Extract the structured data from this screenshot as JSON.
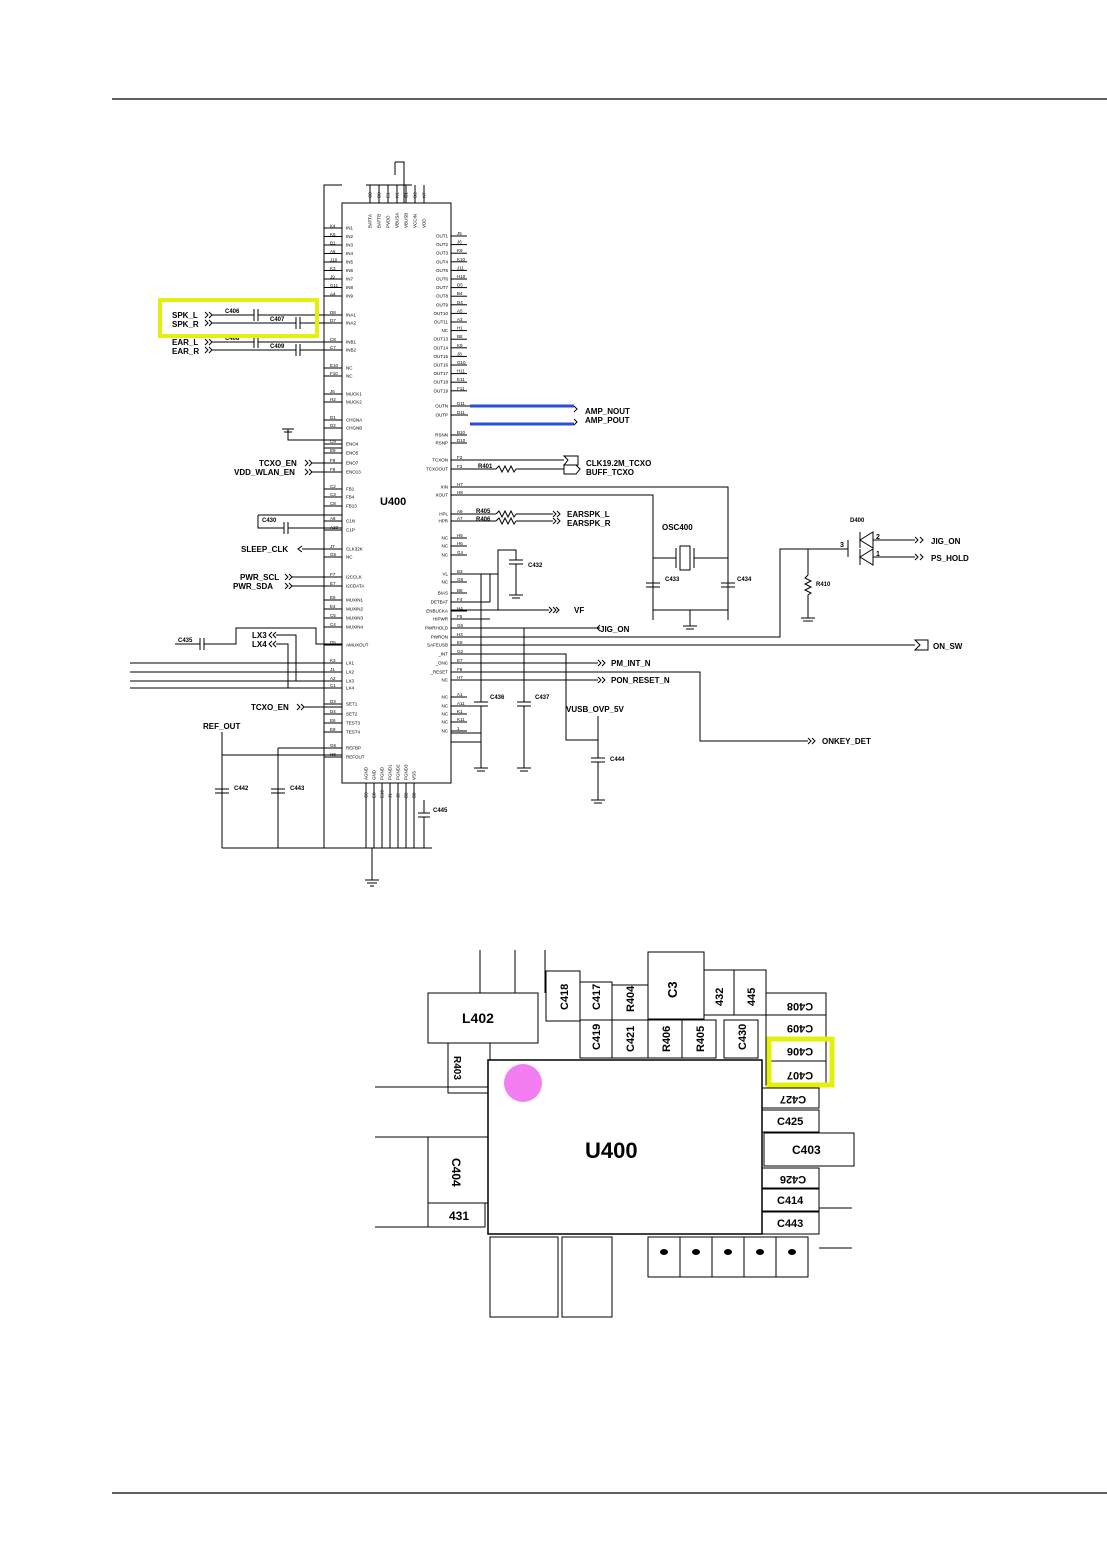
{
  "schematic": {
    "chip_name": "U400",
    "left_inputs": [
      "IN1",
      "IN2",
      "IN3",
      "IN4",
      "IN5",
      "IN6",
      "IN7",
      "IN8",
      "IN9"
    ],
    "left_inputs_pins": [
      "K4",
      "K5",
      "B1",
      "A6",
      "J10",
      "K3",
      "J9",
      "G11",
      "A4"
    ],
    "inside_left": [
      "INA1",
      "INA2",
      "INB1",
      "INB2",
      "NC",
      "NC",
      "MUCK1",
      "MUCK2",
      "CHGNA",
      "CHGNB",
      "ENO4",
      "ENO5",
      "ENO7",
      "ENO13",
      "FB1",
      "FB4",
      "FB13",
      "C1N",
      "C1P",
      "CLK32K",
      "NC",
      "I2CCLK",
      "I2CDATA",
      "MUXIN1",
      "MUXIN2",
      "MUXIN3",
      "MUXIN4",
      "AMUXOUT",
      "LX1",
      "LX2",
      "LX3",
      "LX4",
      "SET1",
      "SET2",
      "TEST3",
      "TEST4",
      "REFBP",
      "REFOUT"
    ],
    "inside_left_pins": [
      "D8",
      "D7",
      "C8",
      "C7",
      "E10",
      "F10",
      "J6",
      "H2",
      "D1",
      "D2",
      "C9",
      "E9",
      "F9",
      "F8",
      "C2",
      "C3",
      "C8",
      "A8",
      "A10",
      "J7",
      "G5",
      "F7",
      "E7",
      "E5",
      "E4",
      "C5",
      "C4",
      "D5",
      "K3",
      "J1",
      "A2",
      "C1",
      "D3",
      "D4",
      "E6",
      "E8",
      "G6",
      "H8"
    ],
    "inside_right": [
      "OUT1",
      "OUT2",
      "OUT3",
      "OUT4",
      "OUT5",
      "OUT6",
      "OUT7",
      "OUT8",
      "OUT9",
      "OUT10",
      "OUT11",
      "NC",
      "OUT13",
      "OUT14",
      "OUT15",
      "OUT16",
      "OUT17",
      "OUT18",
      "OUT19",
      "OUTN",
      "OUTP",
      "RSNN",
      "RSNP",
      "TCXON",
      "TCXOOUT",
      "XIN",
      "XOUT",
      "HPL",
      "HPR",
      "NC",
      "NC",
      "NC",
      "VL",
      "NC",
      "BIAS",
      "DETBAT",
      "ENBUCKA",
      "HIPWR",
      "PWRHOLD",
      "PWRON",
      "SAFEUSB",
      "_INT",
      "_ONC",
      "_RESET",
      "NC",
      "NC",
      "NC",
      "NC",
      "NC",
      "NC"
    ],
    "inside_right_pins": [
      "J5",
      "J6",
      "K9",
      "K10",
      "J11",
      "H10",
      "D5",
      "B4",
      "D4",
      "A5",
      "A3",
      "H1",
      "B8",
      "K8",
      "J8",
      "G10",
      "H11",
      "E11",
      "F11",
      "D11",
      "D11",
      "B10",
      "D10",
      "F2",
      "F3",
      "H7",
      "H8",
      "A9",
      "A7",
      "H5",
      "H6",
      "G4",
      "B3",
      "G8",
      "B8",
      "F4",
      "H4",
      "F5",
      "G6",
      "H3",
      "E8",
      "G2",
      "E7",
      "F8",
      "H7",
      "A1",
      "A11",
      "K1",
      "K11",
      "1"
    ],
    "top_pins": [
      "BATTA",
      "BATTB",
      "PVDD",
      "VBUSA",
      "VBUSB",
      "VCCIN",
      "VDD"
    ],
    "top_pin_nums": [
      "C8",
      "D8",
      "E1",
      "K1",
      "C1",
      "D2",
      "K7"
    ],
    "bottom_pins": [
      "AGND",
      "GND",
      "PGND",
      "PGND1",
      "PGND2",
      "PGND3",
      "VSS"
    ],
    "bottom_pin_nums": [
      "C9",
      "E8",
      "E10",
      "J1",
      "J2",
      "B2",
      "B8"
    ],
    "net_labels": {
      "spk_l": "SPK_L",
      "spk_r": "SPK_R",
      "ear_l": "EAR_L",
      "ear_r": "EAR_R",
      "tcxo_en": "TCXO_EN",
      "vdd_wlan_en": "VDD_WLAN_EN",
      "sleep_clk": "SLEEP_CLK",
      "pwr_scl": "PWR_SCL",
      "pwr_sda": "PWR_SDA",
      "lx3": "LX3",
      "lx4": "LX4",
      "tcxo_en2": "TCXO_EN",
      "ref_out": "REF_OUT",
      "amp_nout": "AMP_NOUT",
      "amp_pout": "AMP_POUT",
      "clk_tcxo": "CLK19.2M_TCXO",
      "buff_tcxo": "BUFF_TCXO",
      "earspk_l": "EARSPK_L",
      "earspk_r": "EARSPK_R",
      "vf": "VF",
      "jig_on": "JIG_ON",
      "jig_on2": "JIG_ON",
      "ps_hold": "PS_HOLD",
      "on_sw": "ON_SW",
      "pm_int_n": "PM_INT_N",
      "pon_reset_n": "PON_RESET_N",
      "vusb_ovp": "VUSB_OVP_5V",
      "onkey_det": "ONKEY_DET"
    },
    "components": {
      "c406": "C406",
      "c407": "C407",
      "c408": "C408",
      "c409": "C409",
      "c430": "C430",
      "c435": "C435",
      "c442": "C442",
      "c443": "C443",
      "c445": "C445",
      "r401": "R401",
      "r405": "R405",
      "r406": "R406",
      "osc400": "OSC400",
      "c432": "C432",
      "c433": "C433",
      "c434": "C434",
      "d400": "D400",
      "r410": "R410",
      "c436": "C436",
      "c437": "C437",
      "c444": "C444",
      "d_pin2": "2",
      "d_pin1": "1",
      "d_pin3": "3"
    }
  },
  "layout_view": {
    "chip": "U400",
    "parts": {
      "l402": "L402",
      "r403": "R403",
      "c404": "C404",
      "p431": "431",
      "c418": "C418",
      "c417": "C417",
      "r404": "R404",
      "c3": "C3",
      "p432": "432",
      "p445": "445",
      "c419": "C419",
      "c421": "C421",
      "r406": "R406",
      "r405": "R405",
      "c430": "C430",
      "c408": "C408",
      "c409": "C409",
      "c406": "C406",
      "c407": "C407",
      "c427": "C427",
      "c425": "C425",
      "c403": "C403",
      "c426": "C426",
      "c414": "C414",
      "c443": "C443"
    }
  },
  "colors": {
    "highlight": "#e5f00a",
    "pin1_marker": "#f27ef2",
    "bus_blue": "#2a4fd6"
  }
}
